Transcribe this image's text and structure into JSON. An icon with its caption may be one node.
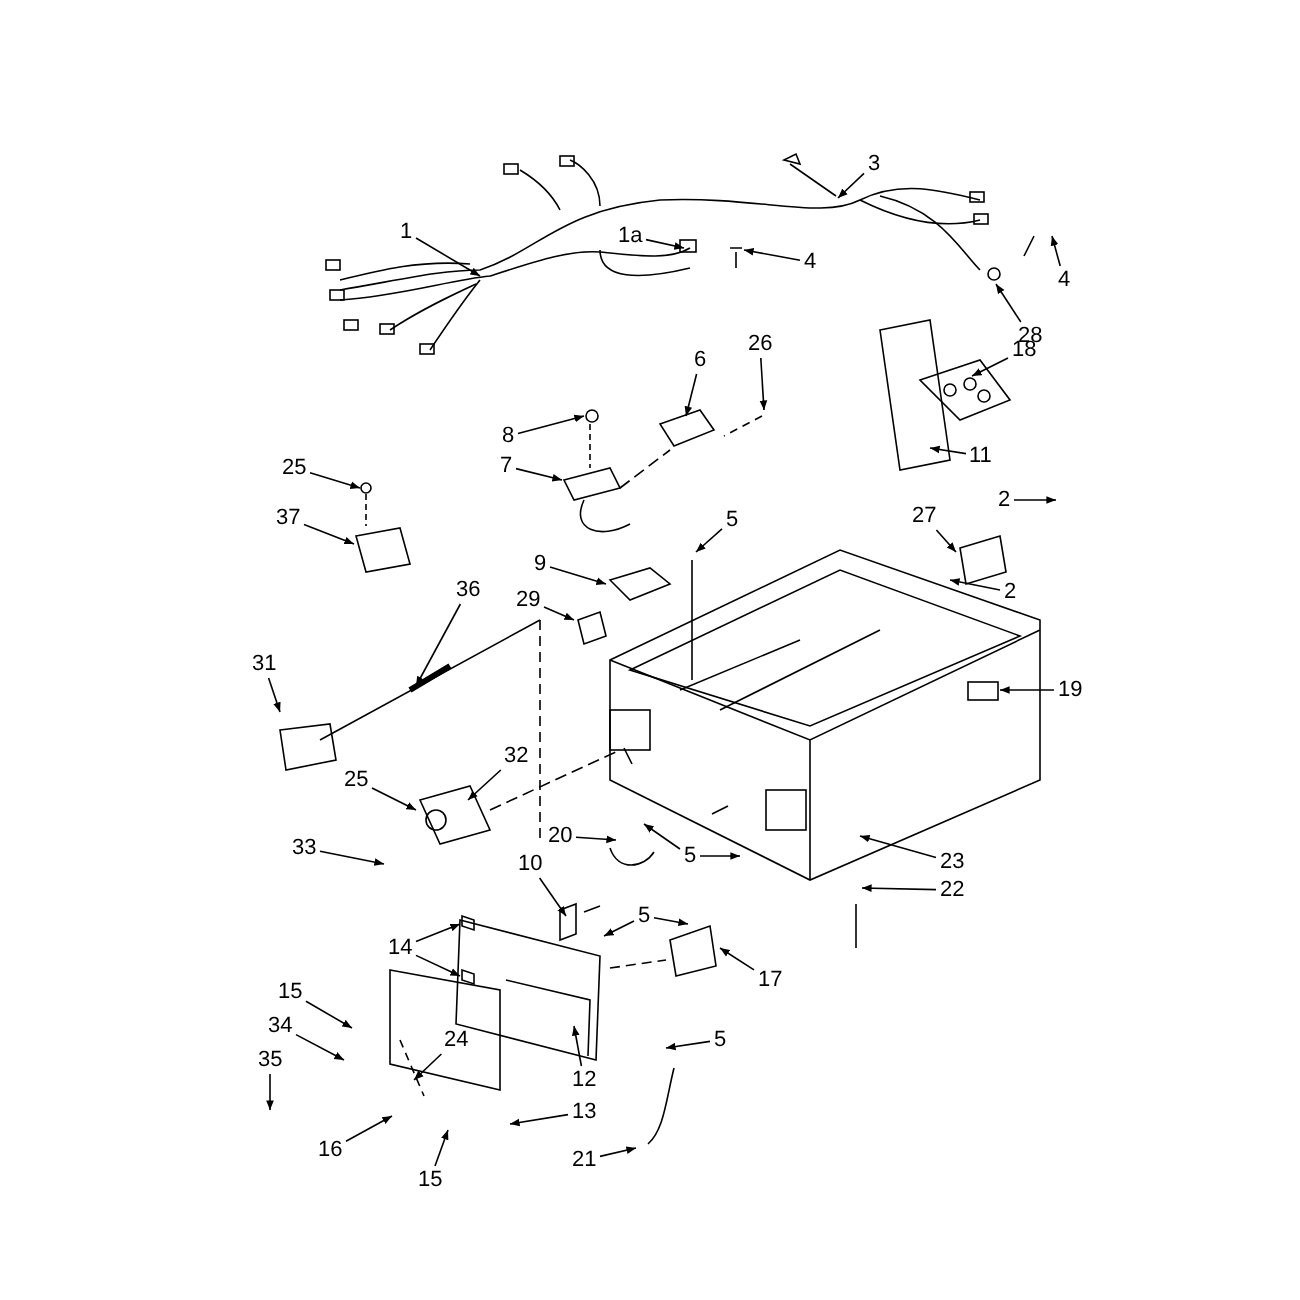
{
  "diagram": {
    "nodes": [
      {
        "text": [
          "1"
        ]
      },
      {
        "text": [
          "1a"
        ]
      },
      {
        "text": [
          "3"
        ]
      },
      {
        "text": [
          "4"
        ]
      },
      {
        "text": [
          "4"
        ]
      },
      {
        "text": [
          "28"
        ]
      },
      {
        "text": [
          "26"
        ]
      },
      {
        "text": [
          "6"
        ]
      },
      {
        "text": [
          "18"
        ]
      },
      {
        "text": [
          "8"
        ]
      },
      {
        "text": [
          "7"
        ]
      },
      {
        "text": [
          "11"
        ]
      },
      {
        "text": [
          "25"
        ]
      },
      {
        "text": [
          "37"
        ]
      },
      {
        "text": [
          "2"
        ]
      },
      {
        "text": [
          "27"
        ]
      },
      {
        "text": [
          "5"
        ]
      },
      {
        "text": [
          "9"
        ]
      },
      {
        "text": [
          "2"
        ]
      },
      {
        "text": [
          "19"
        ]
      },
      {
        "text": [
          "29"
        ]
      },
      {
        "text": [
          "36"
        ]
      },
      {
        "text": [
          "31"
        ]
      },
      {
        "text": [
          "32"
        ]
      },
      {
        "text": [
          "25"
        ]
      },
      {
        "text": [
          "33"
        ]
      },
      {
        "text": [
          "20"
        ]
      },
      {
        "text": [
          "5"
        ]
      },
      {
        "text": [
          "23"
        ]
      },
      {
        "text": [
          "22"
        ]
      },
      {
        "text": [
          "10"
        ]
      },
      {
        "text": [
          "5"
        ]
      },
      {
        "text": [
          "14"
        ]
      },
      {
        "text": [
          "17"
        ]
      },
      {
        "text": [
          "15"
        ]
      },
      {
        "text": [
          "34"
        ]
      },
      {
        "text": [
          "35"
        ]
      },
      {
        "text": [
          "16"
        ]
      },
      {
        "text": [
          "24"
        ]
      },
      {
        "text": [
          "12"
        ]
      },
      {
        "text": [
          "13"
        ]
      },
      {
        "text": [
          "15"
        ]
      },
      {
        "text": [
          "5"
        ]
      },
      {
        "text": [
          "21"
        ]
      }
    ],
    "edges": [
      {
        "from": 0,
        "to": null,
        "arrow": "to"
      },
      {
        "from": 1,
        "to": null,
        "arrow": "to"
      },
      {
        "from": 2,
        "to": null,
        "arrow": "to"
      },
      {
        "from": 3,
        "to": null,
        "arrow": "to"
      },
      {
        "from": 4,
        "to": null,
        "arrow": "to"
      },
      {
        "from": 5,
        "to": null,
        "arrow": "to"
      },
      {
        "from": 6,
        "to": null,
        "arrow": "to"
      },
      {
        "from": 7,
        "to": null,
        "arrow": "to"
      },
      {
        "from": 8,
        "to": null,
        "arrow": "to"
      },
      {
        "from": 9,
        "to": null,
        "arrow": "to"
      },
      {
        "from": 10,
        "to": null,
        "arrow": "to"
      },
      {
        "from": 11,
        "to": null,
        "arrow": "to"
      },
      {
        "from": 12,
        "to": null,
        "arrow": "to"
      },
      {
        "from": 13,
        "to": null,
        "arrow": "to"
      },
      {
        "from": 14,
        "to": null,
        "arrow": "to"
      },
      {
        "from": 15,
        "to": null,
        "arrow": "to"
      },
      {
        "from": 16,
        "to": null,
        "arrow": "to"
      },
      {
        "from": 17,
        "to": null,
        "arrow": "to"
      },
      {
        "from": 18,
        "to": null,
        "arrow": "to"
      },
      {
        "from": 19,
        "to": null,
        "arrow": "to"
      },
      {
        "from": 20,
        "to": null,
        "arrow": "to"
      },
      {
        "from": 21,
        "to": null,
        "arrow": "to"
      },
      {
        "from": 22,
        "to": null,
        "arrow": "to"
      },
      {
        "from": 23,
        "to": null,
        "arrow": "to"
      },
      {
        "from": 24,
        "to": null,
        "arrow": "to"
      },
      {
        "from": 25,
        "to": null,
        "arrow": "to"
      },
      {
        "from": 26,
        "to": null,
        "arrow": "to"
      },
      {
        "from": 27,
        "to": null,
        "arrow": "to"
      },
      {
        "from": 27,
        "to": null,
        "arrow": "to"
      },
      {
        "from": 28,
        "to": null,
        "arrow": "to"
      },
      {
        "from": 29,
        "to": null,
        "arrow": "to"
      },
      {
        "from": 30,
        "to": null,
        "arrow": "to"
      },
      {
        "from": 31,
        "to": null,
        "arrow": "to"
      },
      {
        "from": 31,
        "to": null,
        "arrow": "to"
      },
      {
        "from": 32,
        "to": null,
        "arrow": "to"
      },
      {
        "from": 32,
        "to": null,
        "arrow": "to"
      },
      {
        "from": 33,
        "to": null,
        "arrow": "to"
      },
      {
        "from": 34,
        "to": null,
        "arrow": "to"
      },
      {
        "from": 35,
        "to": null,
        "arrow": "to"
      },
      {
        "from": 36,
        "to": null,
        "arrow": "to"
      },
      {
        "from": 37,
        "to": null,
        "arrow": "to"
      },
      {
        "from": 38,
        "to": null,
        "arrow": "to"
      },
      {
        "from": 39,
        "to": null,
        "arrow": "to"
      },
      {
        "from": 40,
        "to": null,
        "arrow": "to"
      },
      {
        "from": 41,
        "to": null,
        "arrow": "to"
      },
      {
        "from": 42,
        "to": null,
        "arrow": "to"
      },
      {
        "from": 43,
        "to": null,
        "arrow": "to"
      }
    ]
  }
}
